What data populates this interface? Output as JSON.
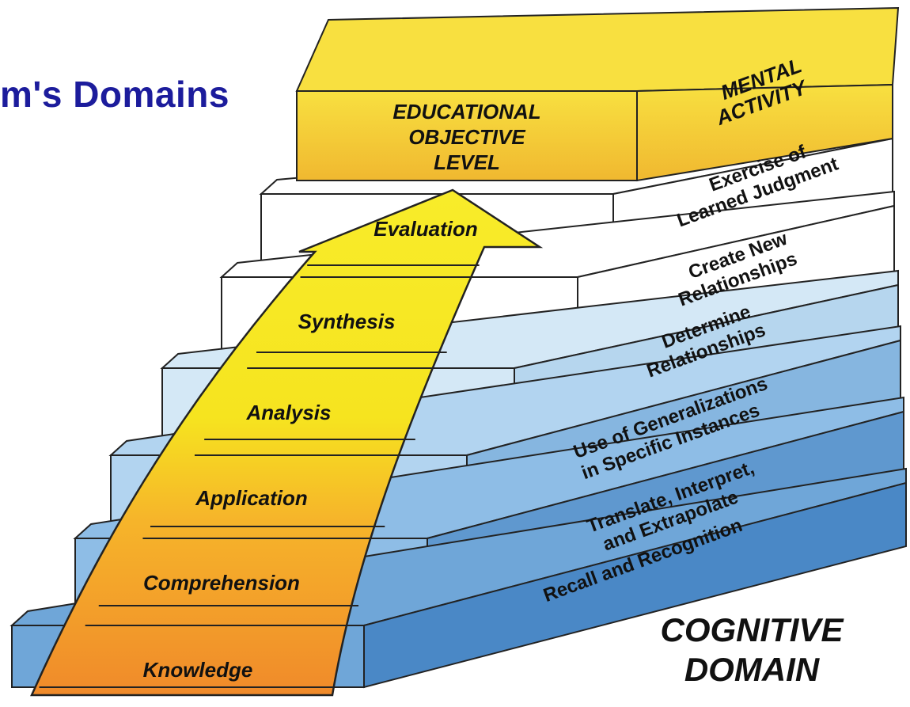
{
  "page_title": "m's Domains",
  "header": {
    "objective": [
      "EDUCATIONAL",
      "OBJECTIVE",
      "LEVEL"
    ],
    "activity": [
      "MENTAL",
      "ACTIVITY"
    ]
  },
  "levels": [
    {
      "name": "Knowledge",
      "activity": [
        "Recall and Recognition"
      ]
    },
    {
      "name": "Comprehension",
      "activity": [
        "Translate, Interpret,",
        "and Extrapolate"
      ]
    },
    {
      "name": "Application",
      "activity": [
        "Use of Generalizations",
        "in Specific Instances"
      ]
    },
    {
      "name": "Analysis",
      "activity": [
        "Determine",
        "Relationships"
      ]
    },
    {
      "name": "Synthesis",
      "activity": [
        "Create New",
        "Relationships"
      ]
    },
    {
      "name": "Evaluation",
      "activity": [
        "Exercise of",
        "Learned Judgment"
      ]
    }
  ],
  "domain_label": [
    "COGNITIVE",
    "DOMAIN"
  ],
  "colors": {
    "title": "#1c1c9c",
    "arrow_top": "#f6e41f",
    "arrow_bottom": "#f08a2a",
    "step_dark": "#3f7fc0",
    "step_light": "#d4e8f6",
    "top_block": "#f4c83a"
  }
}
